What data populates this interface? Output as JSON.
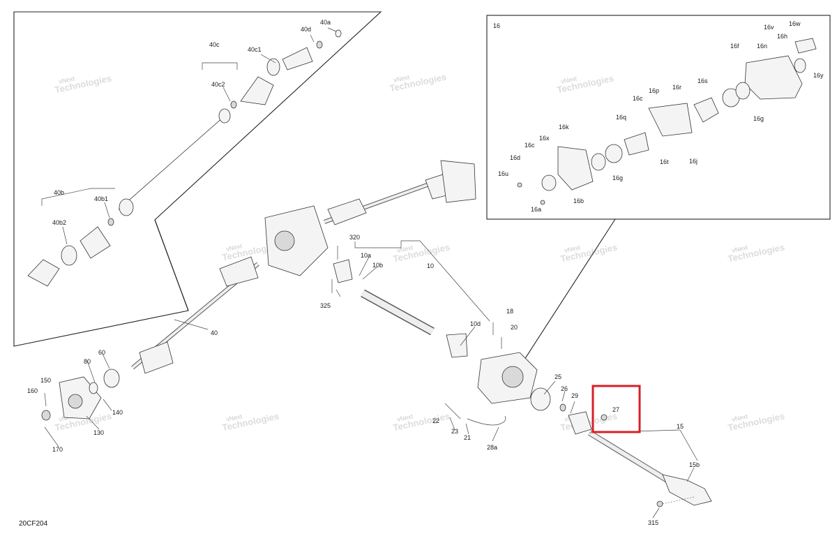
{
  "diagram": {
    "code": "20CF204",
    "watermark_line1": "vNext",
    "watermark_line2": "Technologies",
    "highlight_color": "#d62027",
    "highlight_label": "27",
    "main_labels": [
      "320",
      "10a",
      "10b",
      "10",
      "325",
      "18",
      "20",
      "10d",
      "40",
      "60",
      "80",
      "150",
      "160",
      "140",
      "130",
      "170",
      "25",
      "26",
      "29",
      "27",
      "23",
      "22",
      "21",
      "28a",
      "15",
      "15b",
      "315"
    ],
    "inset_left_labels": [
      "40a",
      "40d",
      "40c",
      "40c1",
      "40c2",
      "40b",
      "40b1",
      "40b2"
    ],
    "inset_right": {
      "title": "16",
      "labels": [
        "16v",
        "16w",
        "16h",
        "16f",
        "16n",
        "16y",
        "16c",
        "16p",
        "16r",
        "16s",
        "16q",
        "16g",
        "16k",
        "16x",
        "16c",
        "16d",
        "16u",
        "16t",
        "16j",
        "16g",
        "16a",
        "16b"
      ]
    }
  }
}
